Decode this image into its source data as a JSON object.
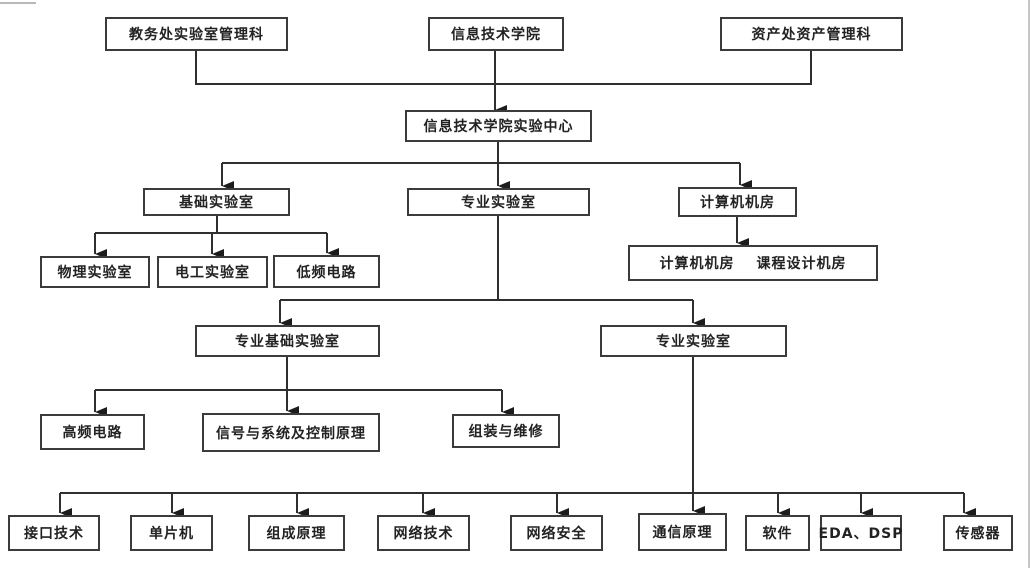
{
  "diagram": {
    "type": "org-flowchart",
    "accent_line_color": "#2f2f2f",
    "box_border_color": "#3b3b3b",
    "page_edge_color": "#c6c6c6",
    "nodes": {
      "academic_affairs": {
        "label": "教务处实验室管理科"
      },
      "it_college": {
        "label": "信息技术学院"
      },
      "asset_management": {
        "label": "资产处资产管理科"
      },
      "experiment_center": {
        "label": "信息技术学院实验中心"
      },
      "basic_lab": {
        "label": "基础实验室"
      },
      "professional_lab": {
        "label": "专业实验室"
      },
      "computer_room": {
        "label": "计算机机房"
      },
      "physics_lab": {
        "label": "物理实验室"
      },
      "electrician_lab": {
        "label": "电工实验室"
      },
      "low_freq_circuit": {
        "label": "低频电路"
      },
      "computer_rooms_detail": {
        "label": "计算机机房",
        "label2": "课程设计机房"
      },
      "professional_basic_lab": {
        "label": "专业基础实验室"
      },
      "professional_lab_2": {
        "label": "专业实验室"
      },
      "high_freq_circuit": {
        "label": "高频电路"
      },
      "signals_systems_control": {
        "label": "信号与系统及控制原理"
      },
      "assembly_maintenance": {
        "label": "组装与维修"
      },
      "interface_tech": {
        "label": "接口技术"
      },
      "mcu": {
        "label": "单片机"
      },
      "composition_principle": {
        "label": "组成原理"
      },
      "network_tech": {
        "label": "网络技术"
      },
      "network_security": {
        "label": "网络安全"
      },
      "communication_principle": {
        "label": "通信原理"
      },
      "software": {
        "label": "软件"
      },
      "eda_dsp": {
        "label": "EDA、DSP"
      },
      "sensor": {
        "label": "传感器"
      }
    },
    "edges": [
      [
        "academic_affairs",
        "experiment_center"
      ],
      [
        "it_college",
        "experiment_center"
      ],
      [
        "asset_management",
        "experiment_center"
      ],
      [
        "experiment_center",
        "basic_lab"
      ],
      [
        "experiment_center",
        "professional_lab"
      ],
      [
        "experiment_center",
        "computer_room"
      ],
      [
        "basic_lab",
        "physics_lab"
      ],
      [
        "basic_lab",
        "electrician_lab"
      ],
      [
        "basic_lab",
        "low_freq_circuit"
      ],
      [
        "computer_room",
        "computer_rooms_detail"
      ],
      [
        "professional_lab",
        "professional_basic_lab"
      ],
      [
        "professional_lab",
        "professional_lab_2"
      ],
      [
        "professional_basic_lab",
        "high_freq_circuit"
      ],
      [
        "professional_basic_lab",
        "signals_systems_control"
      ],
      [
        "professional_basic_lab",
        "assembly_maintenance"
      ],
      [
        "professional_lab_2",
        "interface_tech"
      ],
      [
        "professional_lab_2",
        "mcu"
      ],
      [
        "professional_lab_2",
        "composition_principle"
      ],
      [
        "professional_lab_2",
        "network_tech"
      ],
      [
        "professional_lab_2",
        "network_security"
      ],
      [
        "professional_lab_2",
        "communication_principle"
      ],
      [
        "professional_lab_2",
        "software"
      ],
      [
        "professional_lab_2",
        "eda_dsp"
      ],
      [
        "professional_lab_2",
        "sensor"
      ]
    ]
  }
}
